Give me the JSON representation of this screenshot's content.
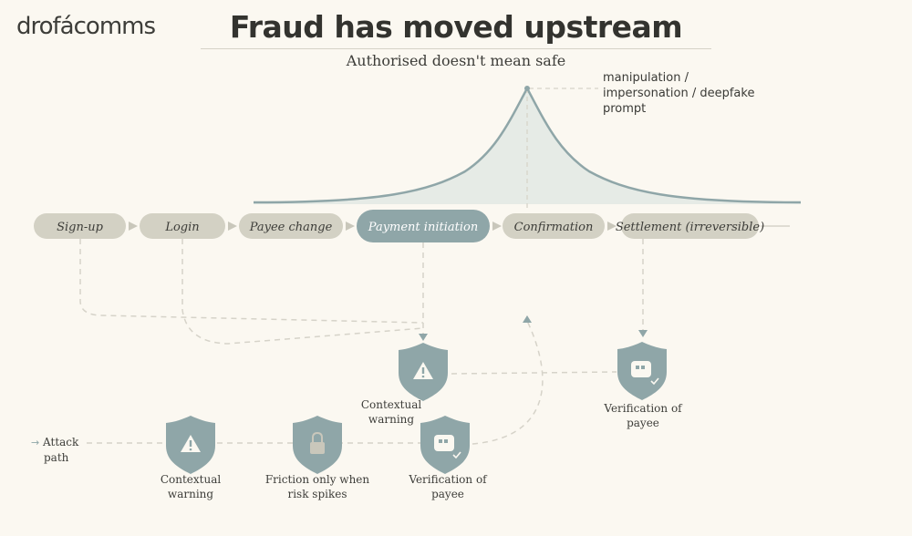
{
  "brand": "drofácomms",
  "title": "Fraud has moved upstream",
  "subtitle": "Authorised doesn't mean safe",
  "peak_label": [
    "manipulation /",
    "impersonation / deepfake",
    "prompt"
  ],
  "steps": [
    {
      "label": "Sign-up",
      "active": false
    },
    {
      "label": "Login",
      "active": false
    },
    {
      "label": "Payee change",
      "active": false
    },
    {
      "label": "Payment initiation",
      "active": true
    },
    {
      "label": "Confirmation",
      "active": false
    },
    {
      "label": "Settlement (irreversible)",
      "active": false
    }
  ],
  "controls": [
    {
      "icon": "warning-icon",
      "caption": [
        "Contextual",
        "warning"
      ]
    },
    {
      "icon": "verification-icon",
      "caption": [
        "Verification of",
        "payee"
      ]
    },
    {
      "icon": "warning-icon",
      "caption": [
        "Contextual",
        "warning"
      ]
    },
    {
      "icon": "lock-icon",
      "caption": [
        "Friction only when",
        "risk spikes"
      ]
    },
    {
      "icon": "verification-icon",
      "caption": [
        "Verification of",
        "payee"
      ]
    }
  ],
  "attack_path": [
    "Attack",
    "path"
  ],
  "colors": {
    "background": "#fbf8f1",
    "accent": "#8fa6a8",
    "step_fill": "#d3d1c4",
    "active_fill": "#8fa6a8",
    "curve_fill": "#e6ebe6",
    "connector": "#d6d3c9"
  }
}
